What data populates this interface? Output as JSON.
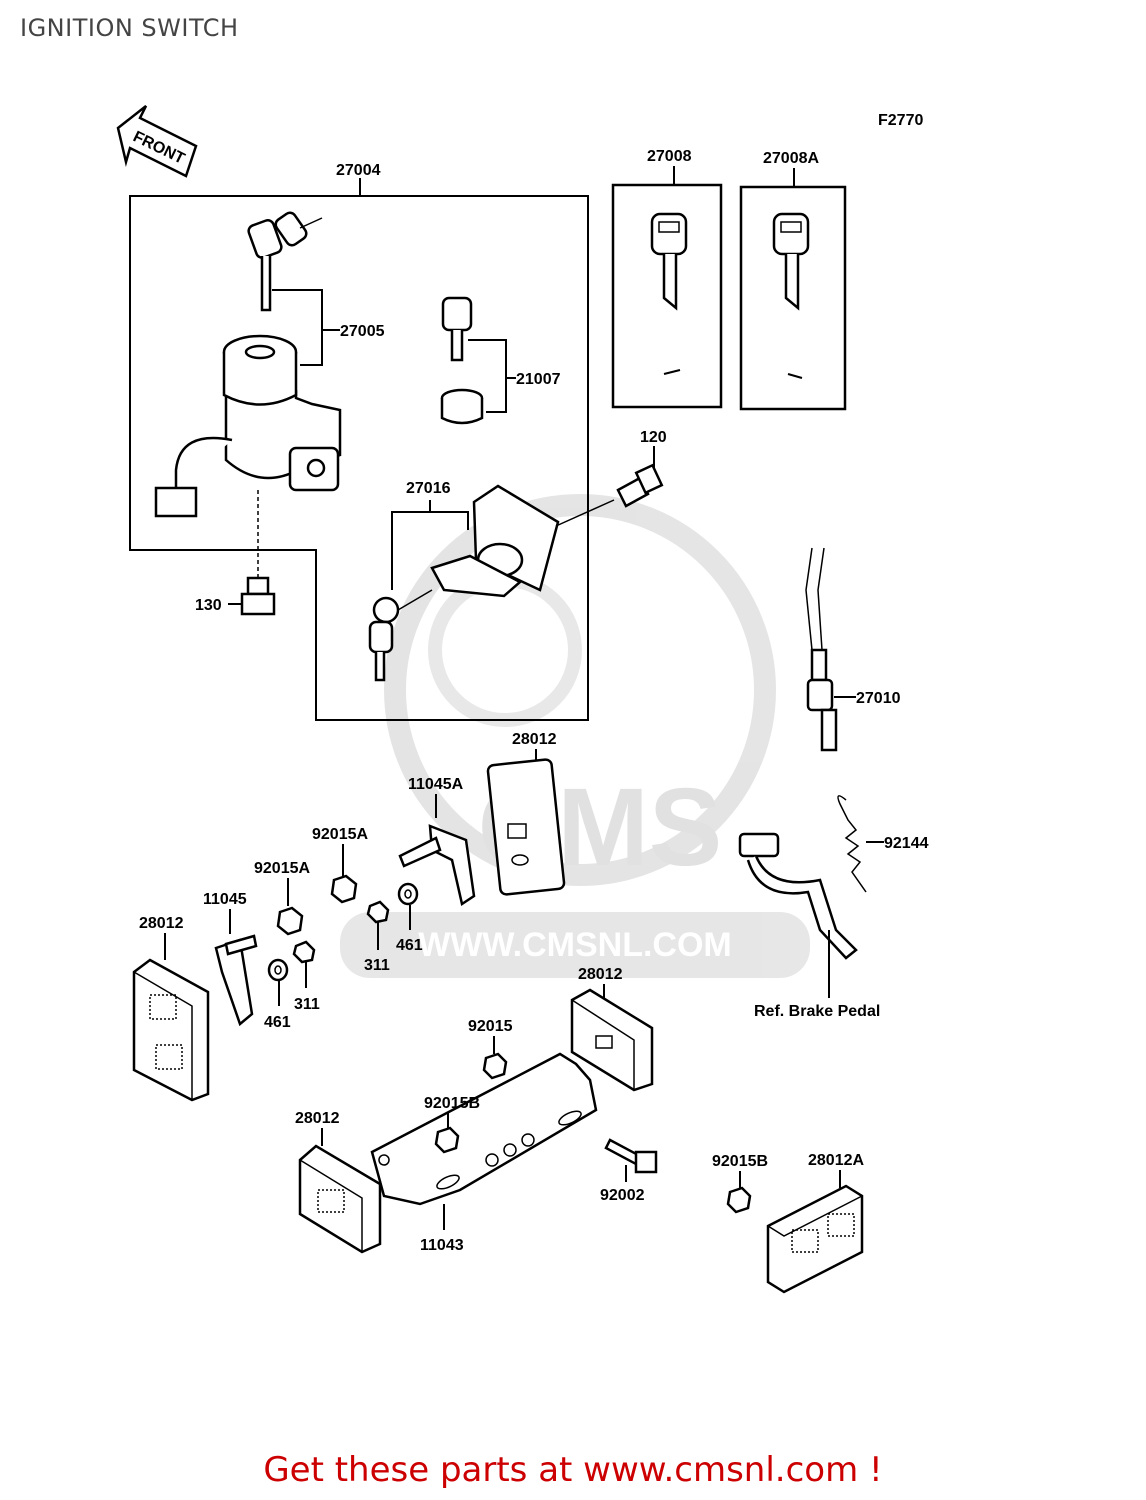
{
  "page": {
    "title": "IGNITION SWITCH"
  },
  "diagram": {
    "figure_code": "F2770",
    "front_label": "FRONT",
    "watermark": "WWW.CMSNL.COM",
    "watermark_logo": "CMS",
    "ref_note": "Ref. Brake Pedal",
    "callouts": {
      "p27004": "27004",
      "p27005": "27005",
      "p21007": "21007",
      "p27016": "27016",
      "p130": "130",
      "p120": "120",
      "p27008": "27008",
      "p27008A": "27008A",
      "p27010": "27010",
      "p28012_a": "28012",
      "p11045A": "11045A",
      "p92015A_a": "92015A",
      "p92015A_b": "92015A",
      "p11045": "11045",
      "p28012_b": "28012",
      "p461_a": "461",
      "p311_a": "311",
      "p461_b": "461",
      "p311_b": "311",
      "p92144": "92144",
      "p28012_c": "28012",
      "p92015": "92015",
      "p92015B_a": "92015B",
      "p28012_d": "28012",
      "p92002": "92002",
      "p11043": "11043",
      "p92015B_b": "92015B",
      "p28012A": "28012A"
    }
  },
  "footer": {
    "text": "Get these parts at www.cmsnl.com !"
  },
  "colors": {
    "footer": "#cc0000",
    "watermark": "#d9d9d9"
  }
}
